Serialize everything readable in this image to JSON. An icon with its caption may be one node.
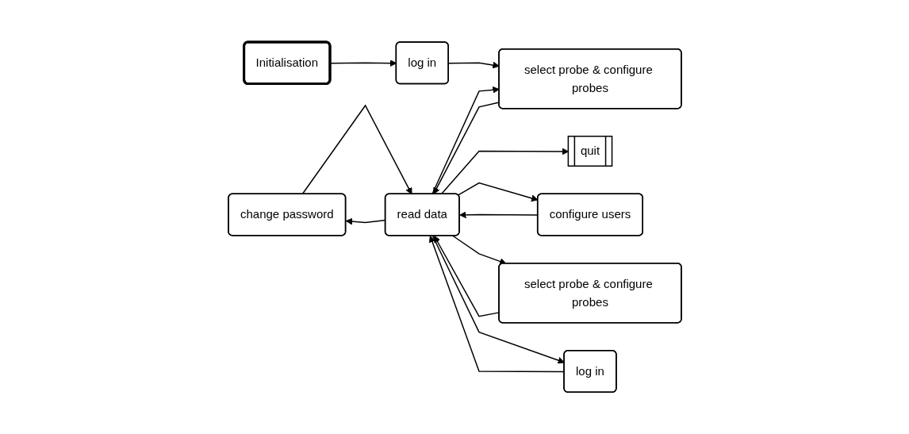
{
  "diagram": {
    "nodes": [
      {
        "text": [
          "change password"
        ]
      },
      {
        "text": [
          "configure users"
        ]
      },
      {
        "text": [
          "select probe & configure probes"
        ]
      },
      {
        "text": [
          "Initialisation"
        ]
      },
      {
        "text": [
          "log in"
        ]
      },
      {
        "text": [
          "select probe & configure probes"
        ]
      },
      {
        "text": [
          "read data"
        ]
      },
      {
        "text": [
          "quit"
        ]
      },
      {
        "text": [
          "log in"
        ]
      }
    ],
    "edges": [
      {
        "from": 3,
        "to": 4,
        "arrow": "to"
      },
      {
        "from": 4,
        "to": 5,
        "arrow": "to"
      },
      {
        "from": 5,
        "to": 6,
        "arrow": "to"
      },
      {
        "from": 6,
        "to": 5,
        "arrow": "to"
      },
      {
        "from": 6,
        "to": 7,
        "arrow": "to"
      },
      {
        "from": 6,
        "to": 0,
        "arrow": "to"
      },
      {
        "from": 0,
        "to": 6,
        "arrow": "to"
      },
      {
        "from": 6,
        "to": 1,
        "arrow": "to"
      },
      {
        "from": 1,
        "to": 6,
        "arrow": "to"
      },
      {
        "from": 2,
        "to": 6,
        "arrow": "to"
      },
      {
        "from": 6,
        "to": 2,
        "arrow": "to"
      },
      {
        "from": 8,
        "to": 6,
        "arrow": "to"
      },
      {
        "from": 6,
        "to": 8,
        "arrow": "to"
      }
    ]
  }
}
